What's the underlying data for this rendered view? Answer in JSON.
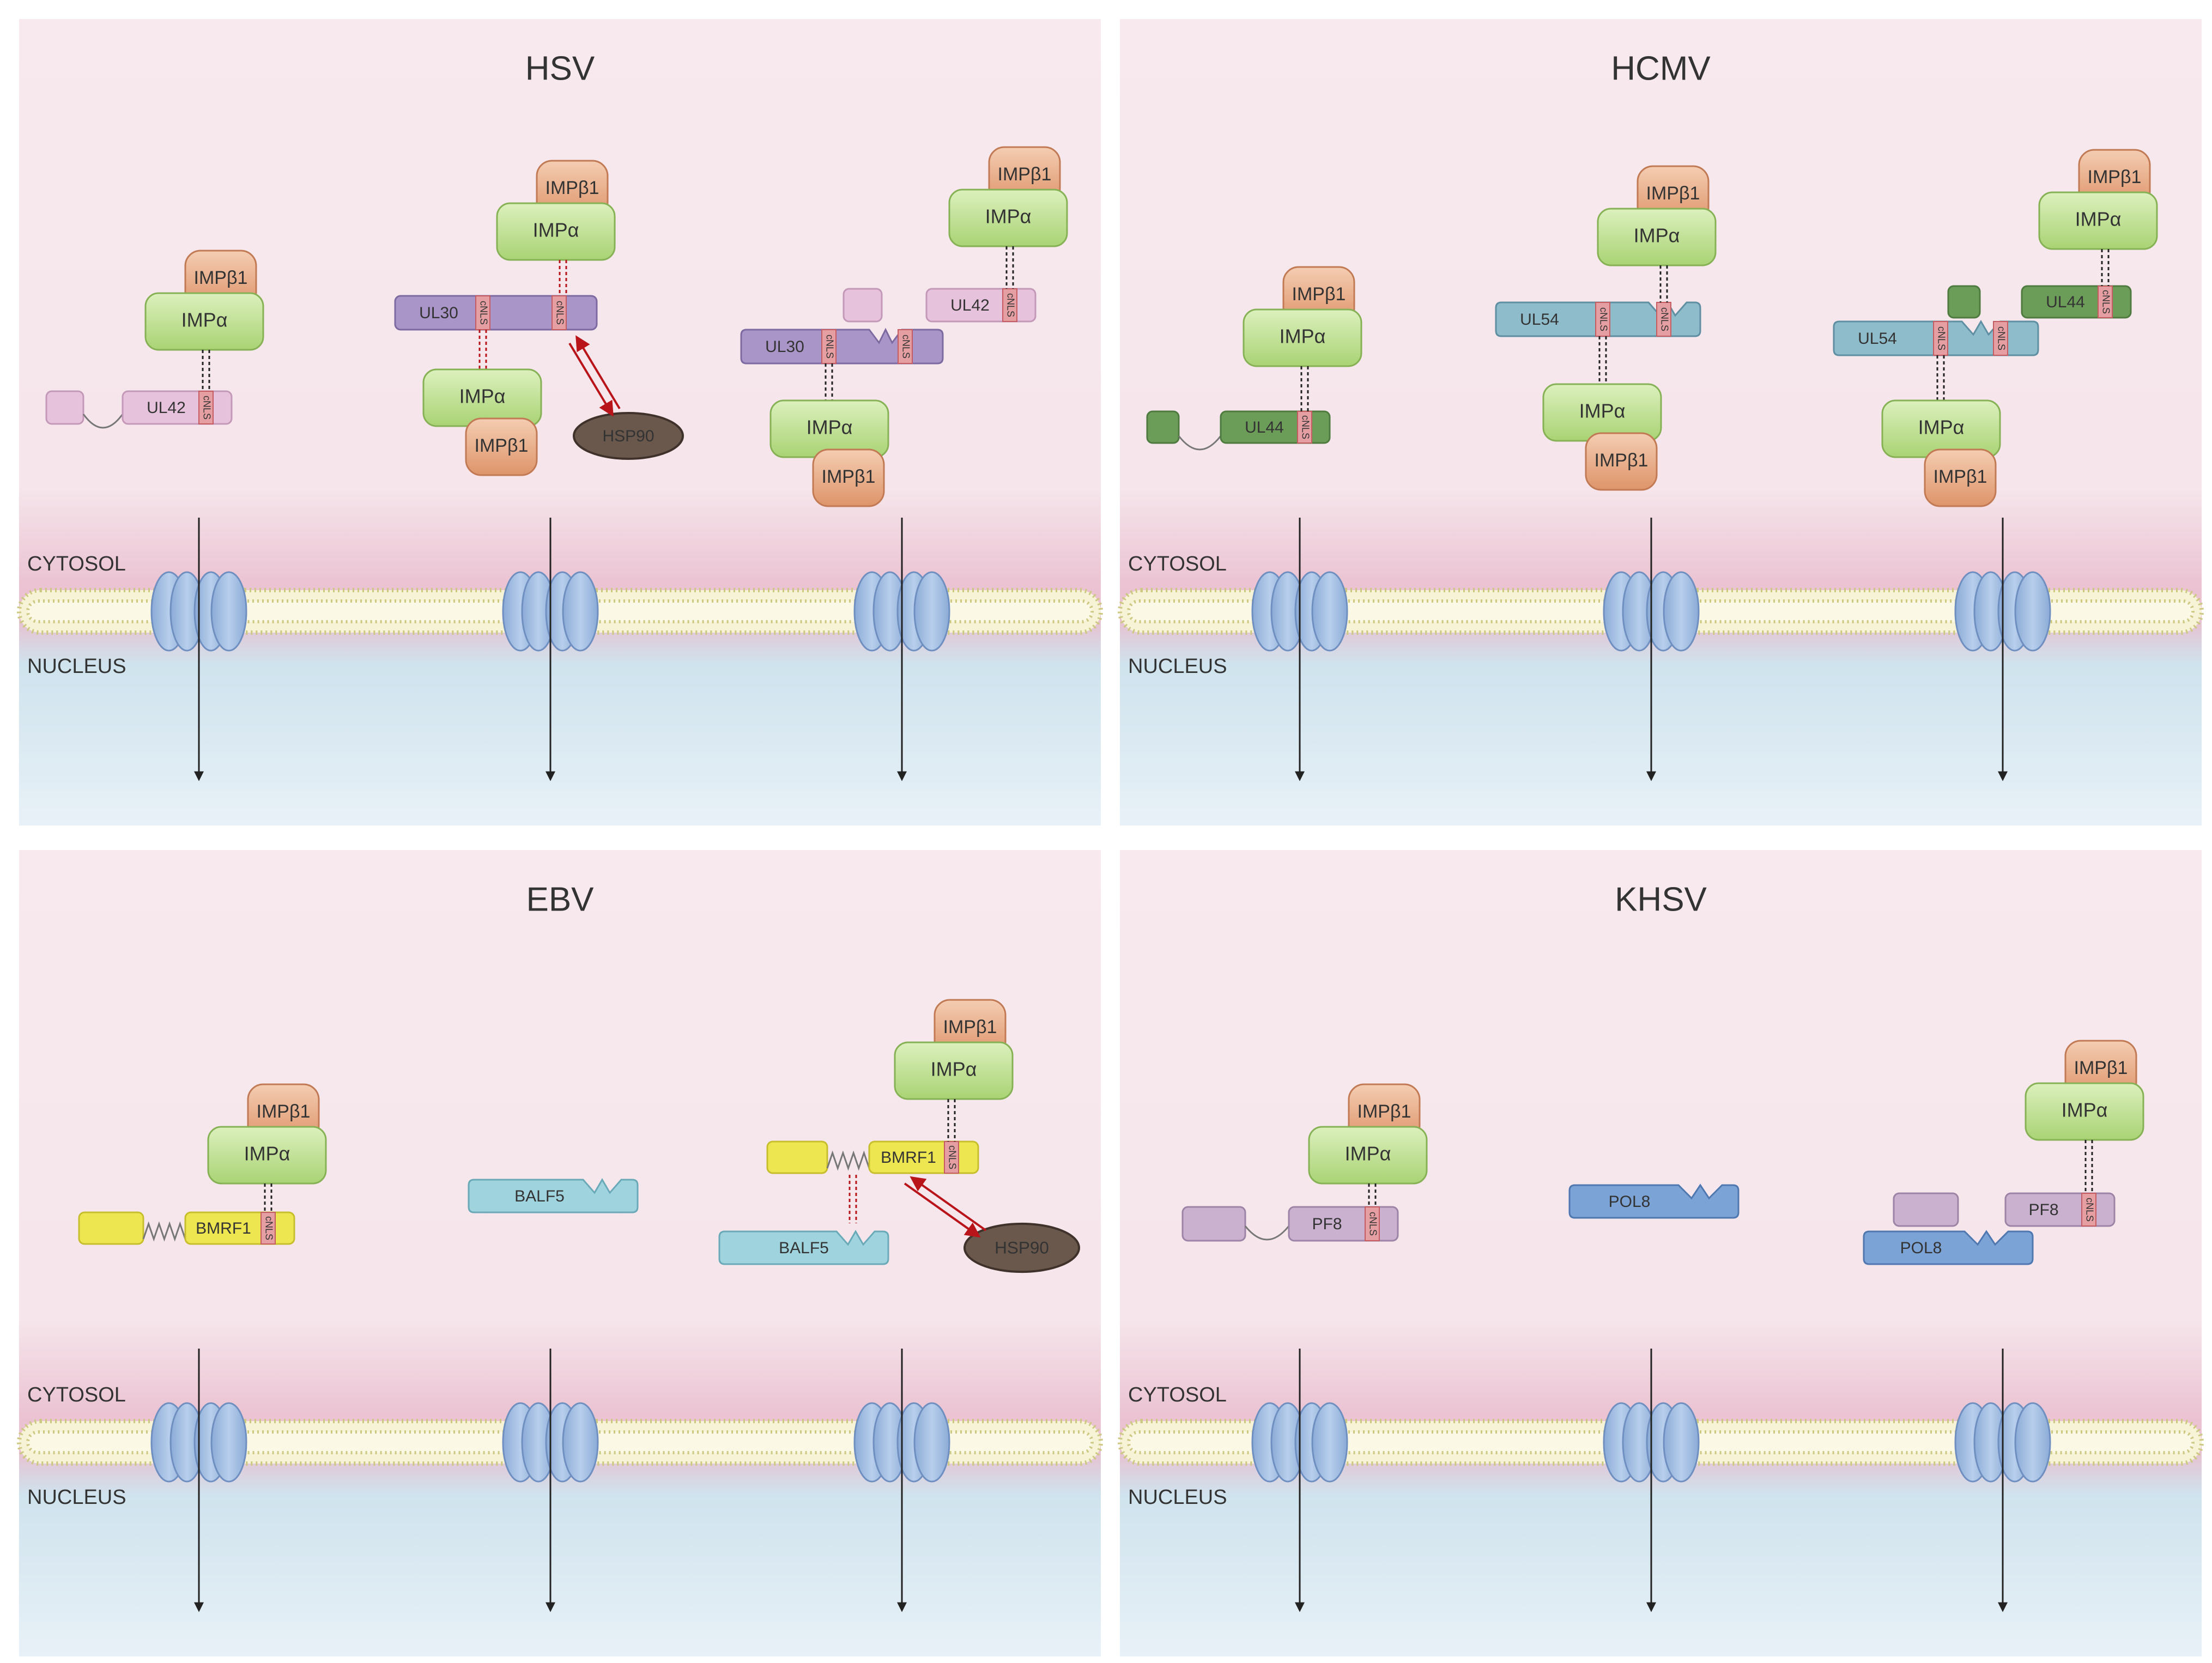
{
  "panels": [
    {
      "id": "hsv",
      "title": "HSV",
      "cytosol": "CYTOSOL",
      "nucleus": "NUCLEUS"
    },
    {
      "id": "hcmv",
      "title": "HCMV",
      "cytosol": "CYTOSOL",
      "nucleus": "NUCLEUS"
    },
    {
      "id": "ebv",
      "title": "EBV",
      "cytosol": "CYTOSOL",
      "nucleus": "NUCLEUS"
    },
    {
      "id": "khsv",
      "title": "KHSV",
      "cytosol": "CYTOSOL",
      "nucleus": "NUCLEUS"
    }
  ],
  "proteins": {
    "imp_beta": "IMPβ1",
    "imp_alpha": "IMPα",
    "nls": "cNLS",
    "hsp90": "HSP90",
    "ul42": "UL42",
    "ul30": "UL30",
    "ul44": "UL44",
    "ul54": "UL54",
    "bmrf1": "BMRF1",
    "balf5": "BALF5",
    "pf8": "PF8",
    "pol8": "POL8"
  },
  "colors": {
    "cytosol_bg": "#f7e9ee",
    "cytosol_band": "#ebc3d2",
    "nucleus_bg": "#e5eff5",
    "nucleus_band": "#cfe3ee",
    "imp_alpha": "#b7dd86",
    "imp_beta": "#e6a67f",
    "ul42": "#e7c2dc",
    "ul30": "#a995c8",
    "ul44": "#6b9c58",
    "ul54": "#8fbccb",
    "bmrf1": "#eee650",
    "balf5": "#9fd4de",
    "pf8": "#cbb1d0",
    "pol8": "#7ca3d6",
    "hsp90": "#6a584c",
    "pore": "#9fbbe0",
    "membrane": "#cdc983",
    "nls": "#e59fa2"
  }
}
